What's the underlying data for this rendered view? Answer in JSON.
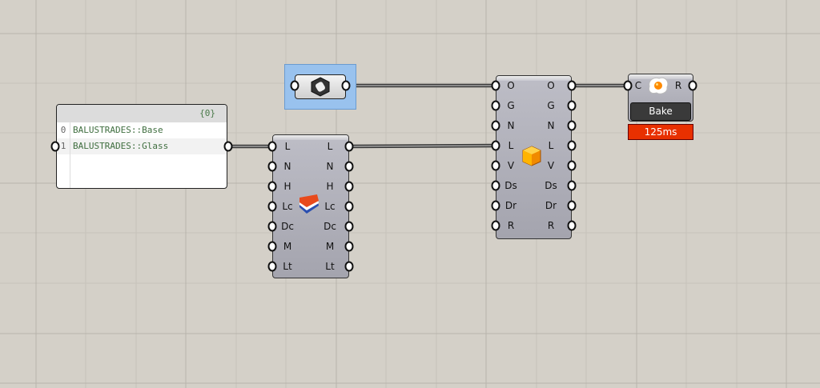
{
  "panel": {
    "path": "{0}",
    "items": [
      {
        "index": "0",
        "value": "BALUSTRADES::Base"
      },
      {
        "index": "1",
        "value": "BALUSTRADES::Glass"
      }
    ]
  },
  "layer_component": {
    "inputs": [
      "L",
      "N",
      "H",
      "Lc",
      "Dc",
      "M",
      "Lt"
    ],
    "outputs": [
      "L",
      "N",
      "H",
      "Lc",
      "Dc",
      "M",
      "Lt"
    ],
    "icon": "layer-cake-icon"
  },
  "attributes_component": {
    "inputs": [
      "O",
      "G",
      "N",
      "L",
      "V",
      "Ds",
      "Dr",
      "R"
    ],
    "outputs": [
      "O",
      "G",
      "N",
      "L",
      "V",
      "Ds",
      "Dr",
      "R"
    ],
    "icon": "cube-icon"
  },
  "bake_component": {
    "input": "C",
    "output": "R",
    "button": "Bake",
    "timer": "125ms",
    "icon": "fried-egg-icon"
  },
  "geometry_param": {
    "icon": "hexagon-geometry-icon"
  },
  "colors": {
    "canvas": "#d4d0c8",
    "selection": "#99c2ee",
    "timer": "#e83000"
  }
}
